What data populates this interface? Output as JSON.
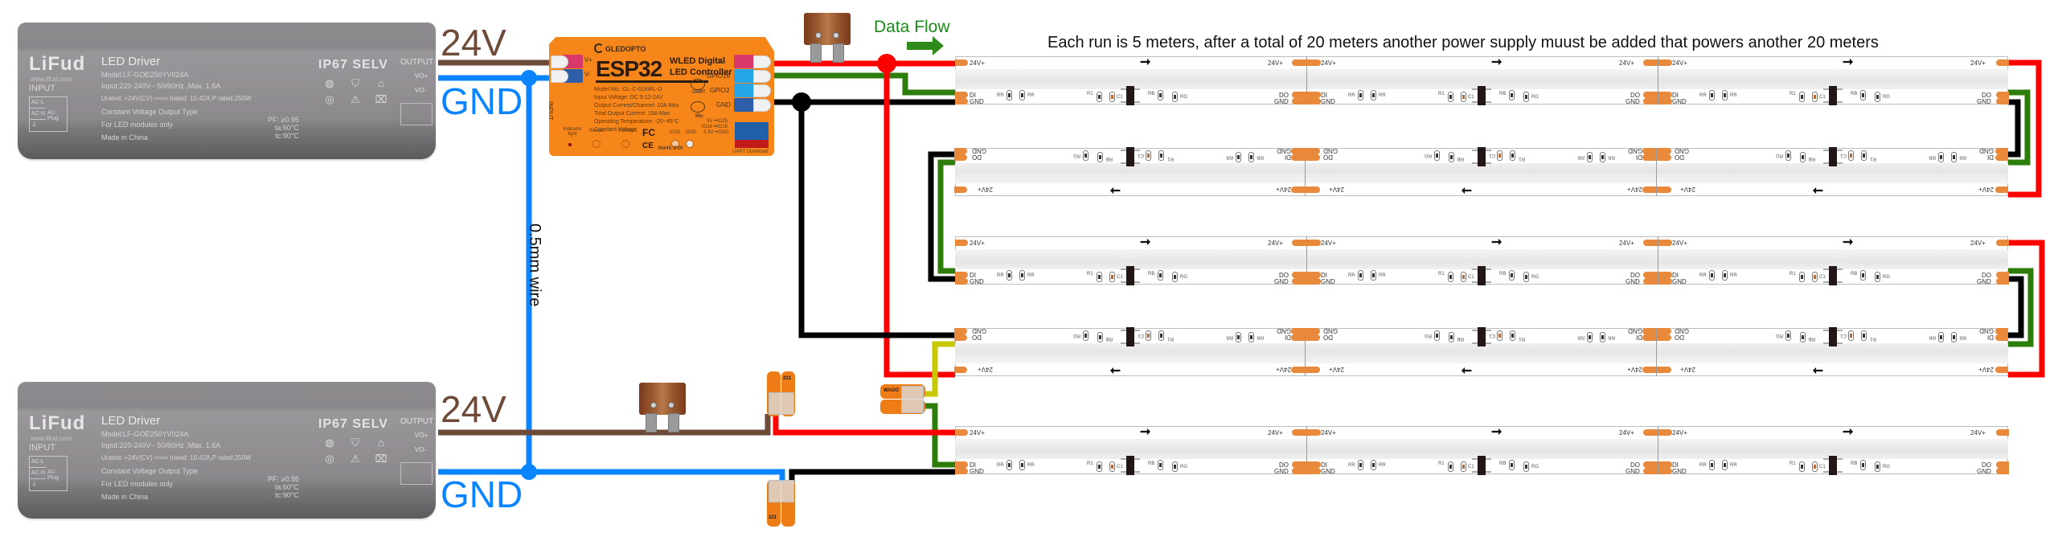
{
  "diagram": {
    "title_note": "Each run is 5 meters, after a total of 20 meters another power supply muust be added that powers another 20 meters",
    "data_flow_label": "Data Flow",
    "wire_label": "0.5mm wire",
    "colors": {
      "positive_24v": "#6e4a38",
      "ground": "#0a84ff",
      "red_power": "#ff0000",
      "data": "#2d7d0a",
      "gnd_black": "#000000",
      "data_yellow": "#c8c800",
      "strip_pad": "#e8893b",
      "controller": "#f7861a"
    }
  },
  "power_supplies": [
    {
      "id": "psu-top",
      "brand": "LiFud",
      "website": "www.lifud.com",
      "title": "LED Driver",
      "model": "Model:LF-GOE250YV024A",
      "input": "Input:220-240V~ 50/60Hz ,Max. 1.6A",
      "rated": "Urated: +24V(CV) ═══ Irated: 10.42A,P rated:250W",
      "type": "Constant Voltage Output Type",
      "use": "For LED modules only",
      "origin": "Made in China",
      "pf": "PF: ≥0.95",
      "ta": "ta:60°C",
      "tc": "tc:90°C",
      "cert": "IP67 SELV",
      "input_label": "INPUT",
      "input_rows": [
        "AC-L",
        "AC-N",
        "⏚"
      ],
      "plug": "AU Plug",
      "output_label": "OUTPUT",
      "vo_plus": "VO+",
      "vo_minus": "VO-",
      "out_pos_label": "24V",
      "out_gnd_label": "GND"
    },
    {
      "id": "psu-bottom",
      "brand": "LiFud",
      "website": "www.lifud.com",
      "title": "LED Driver",
      "model": "Model:LF-GOE250YV024A",
      "input": "Input:220-240V~ 50/60Hz ,Max. 1.6A",
      "rated": "Urated: +24V(CV) ═══ Irated: 10.42A,P rated:250W",
      "type": "Constant Voltage Output Type",
      "use": "For LED modules only",
      "origin": "Made in China",
      "pf": "PF: ≥0.95",
      "ta": "ta:60°C",
      "tc": "tc:90°C",
      "cert": "IP67 SELV",
      "input_label": "INPUT",
      "input_rows": [
        "AC-L",
        "AC-N",
        "⏚"
      ],
      "plug": "AU Plug",
      "output_label": "OUTPUT",
      "vo_plus": "VO+",
      "vo_minus": "VO-",
      "out_pos_label": "24V",
      "out_gnd_label": "GND"
    }
  ],
  "controller": {
    "brand": "GLEDOPTO",
    "name": "ESP32",
    "subtitle_1": "WLED Digital",
    "subtitle_2": "LED Controller",
    "specs": [
      "Model No.: GL-C-016WL-D",
      "Input Voltage: DC 5-12-24V",
      "Output Current/Channel: 10A Max",
      "Total Output Current: 15A Max",
      "Operating Temperature: -20~45°C",
      "Constant Voltage"
    ],
    "input_label": "INPUT",
    "input_terminals": [
      "V+",
      "V-"
    ],
    "output_terminals": [
      "V+",
      "GPIO16",
      "GPIO2",
      "GND"
    ],
    "pins": [
      "5V ••IO25",
      "IO18 ••IO19",
      "3.3V ••GND"
    ],
    "buttons": [
      "Indicator light",
      "Restart",
      "Function"
    ],
    "io_labels": [
      "IO33",
      "GND"
    ],
    "uart_label": "UART",
    "mic_label": "Mic",
    "uart_download": "UART Download",
    "marks": [
      "FC",
      "CE",
      "RoHS",
      "IP20"
    ]
  },
  "strips": [
    {
      "row": 1,
      "direction": "right",
      "labels": {
        "v": "24V+",
        "di": "DI",
        "do": "DO",
        "gnd": "GND"
      },
      "components": [
        "RR",
        "RR",
        "R1",
        "C1",
        "RB",
        "RG"
      ]
    },
    {
      "row": 2,
      "direction": "left",
      "labels": {
        "v": "24V+",
        "di": "DI",
        "do": "DO",
        "gnd": "GND"
      },
      "components": [
        "RR",
        "RR",
        "R1",
        "C1",
        "RB",
        "RG"
      ]
    },
    {
      "row": 3,
      "direction": "right",
      "labels": {
        "v": "24V+",
        "di": "DI",
        "do": "DO",
        "gnd": "GND"
      },
      "components": [
        "RR",
        "RR",
        "R1",
        "C1",
        "RB",
        "RG"
      ]
    },
    {
      "row": 4,
      "direction": "left",
      "labels": {
        "v": "24V+",
        "di": "DI",
        "do": "DO",
        "gnd": "GND"
      },
      "components": [
        "RR",
        "RR",
        "R1",
        "C1",
        "RB",
        "RG"
      ]
    },
    {
      "row": 5,
      "direction": "right",
      "labels": {
        "v": "24V+",
        "di": "DI",
        "do": "DO",
        "gnd": "GND"
      },
      "components": [
        "RR",
        "RR",
        "R1",
        "C1",
        "RB",
        "RG"
      ]
    }
  ],
  "connectors": {
    "wago_model": "221",
    "wago_brand": "WAGO"
  }
}
